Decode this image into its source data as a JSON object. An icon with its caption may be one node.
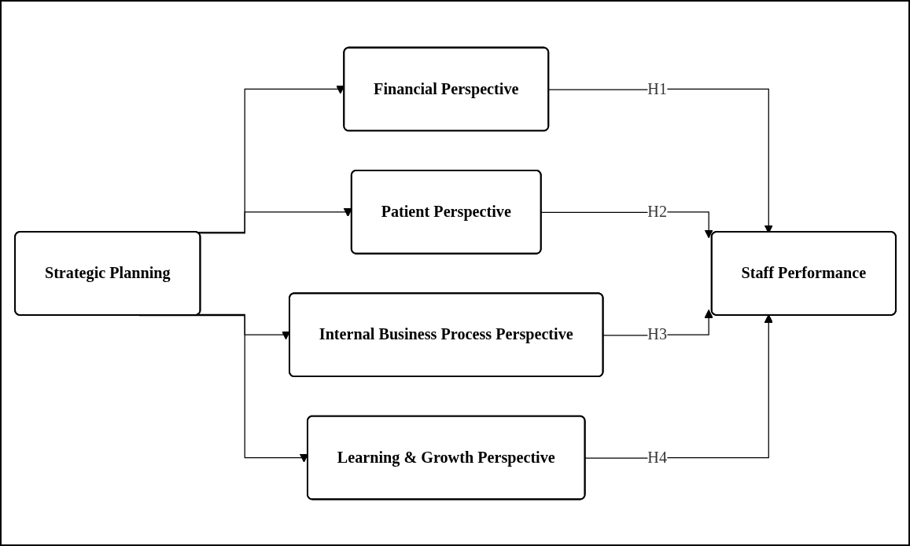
{
  "diagram": {
    "nodes": [
      {
        "text": [
          "Strategic Planning"
        ]
      },
      {
        "text": [
          "Financial Perspective"
        ]
      },
      {
        "text": [
          "Patient Perspective"
        ]
      },
      {
        "text": [
          "Internal Business Process Perspective"
        ]
      },
      {
        "text": [
          "Learning & Growth Perspective"
        ]
      },
      {
        "text": [
          "Staff Performance"
        ]
      }
    ],
    "edges": [
      {
        "from": 0,
        "to": 1,
        "arrow": "to"
      },
      {
        "from": 0,
        "to": 2,
        "arrow": "to"
      },
      {
        "from": 0,
        "to": 3,
        "arrow": "to"
      },
      {
        "from": 0,
        "to": 4,
        "arrow": "to"
      },
      {
        "from": 1,
        "to": 5,
        "arrow": "to",
        "label": "H1"
      },
      {
        "from": 2,
        "to": 5,
        "arrow": "to",
        "label": "H2"
      },
      {
        "from": 3,
        "to": 5,
        "arrow": "to",
        "label": "H3"
      },
      {
        "from": 4,
        "to": 5,
        "arrow": "to",
        "label": "H4"
      }
    ]
  }
}
